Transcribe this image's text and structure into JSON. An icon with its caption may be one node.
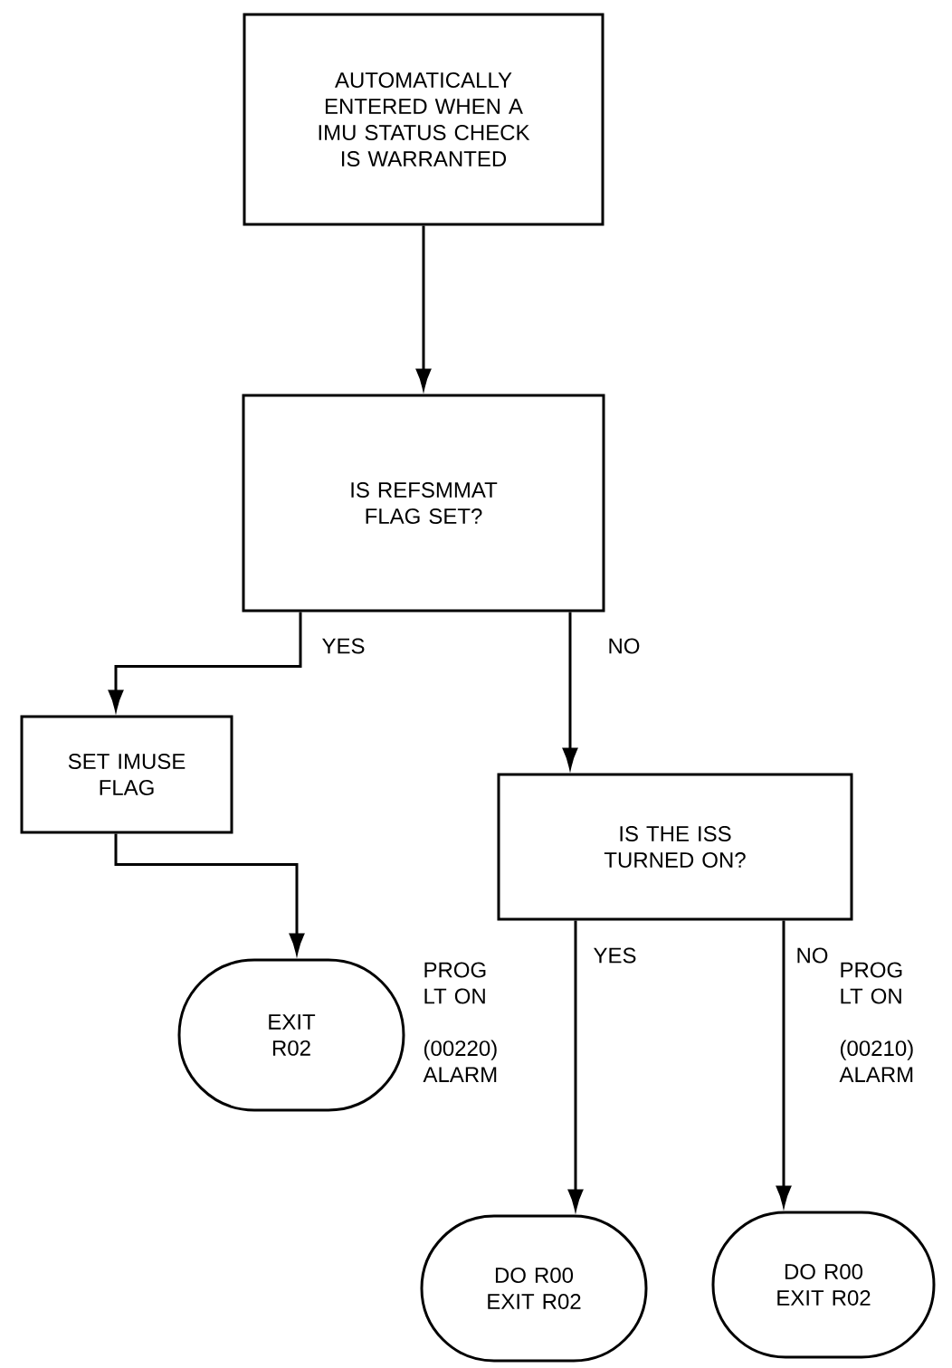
{
  "diagram": {
    "nodes": [
      {
        "text": [
          "AUTOMATICALLY ENTERED WHEN A IMU STATUS CHECK IS WARRANTED"
        ]
      },
      {
        "text": [
          "IS REFSMMAT FLAG SET?"
        ]
      },
      {
        "text": [
          "SET IMUSE FLAG"
        ]
      },
      {
        "text": [
          "EXIT R02"
        ],
        "beside": [
          "PROG LT ON",
          "(00220) ALARM"
        ]
      },
      {
        "text": [
          "IS THE ISS TURNED ON?"
        ]
      },
      {
        "text": [
          "DO R00 EXIT R02"
        ]
      },
      {
        "text": [
          "DO R00 EXIT R02"
        ],
        "beside": [
          "PROG LT ON",
          "(00210) ALARM"
        ]
      }
    ],
    "edges": [
      {
        "from": 0,
        "to": 1,
        "arrow": "to"
      },
      {
        "from": 1,
        "to": 2,
        "arrow": "to",
        "label": "YES"
      },
      {
        "from": 1,
        "to": 4,
        "arrow": "to",
        "label": "NO"
      },
      {
        "from": 2,
        "to": 3,
        "arrow": "to"
      },
      {
        "from": 4,
        "to": 5,
        "arrow": "to",
        "label": "YES"
      },
      {
        "from": 4,
        "to": 6,
        "arrow": "to",
        "label": "NO"
      }
    ]
  }
}
